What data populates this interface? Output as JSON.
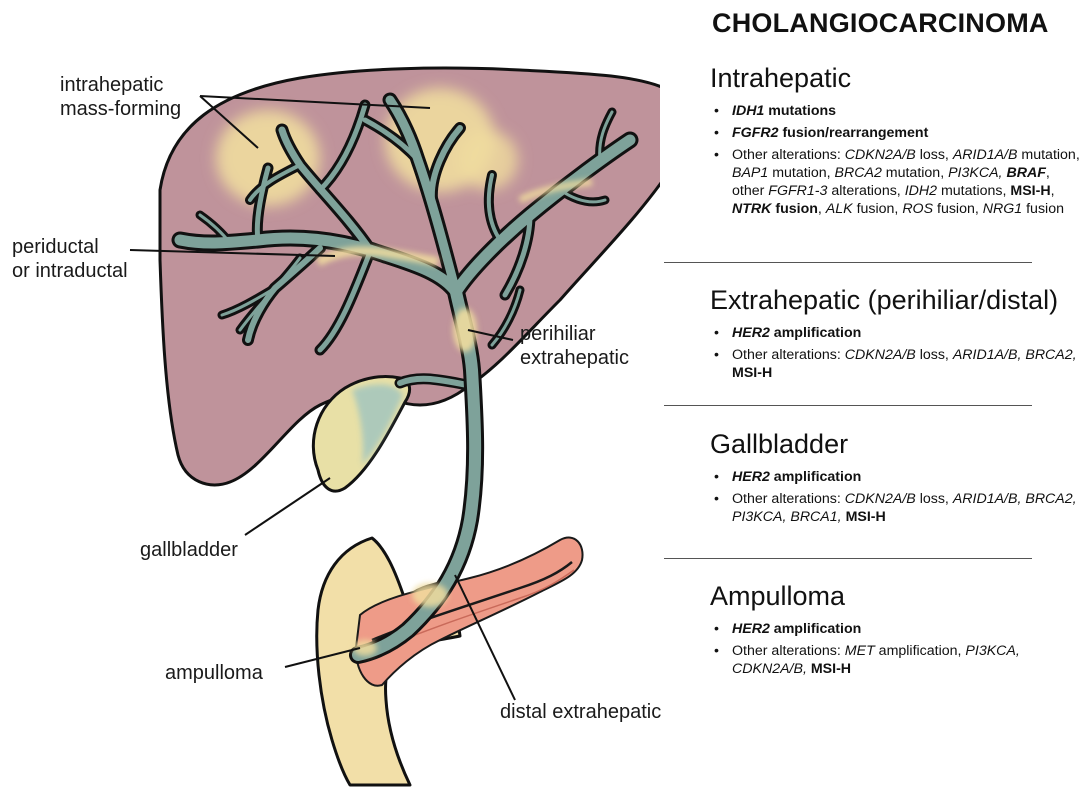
{
  "title": "CHOLANGIOCARCINOMA",
  "diagram_labels": {
    "intrahepatic_mass_line1": "intrahepatic",
    "intrahepatic_mass_line2": "mass-forming",
    "periductal_line1": "periductal",
    "periductal_line2": "or intraductal",
    "perihiliar_line1": "perihiliar",
    "perihiliar_line2": "extrahepatic",
    "gallbladder": "gallbladder",
    "ampulloma": "ampulloma",
    "distal_extrahepatic": "distal extrahepatic"
  },
  "sections": [
    {
      "heading": "Intrahepatic",
      "bullets": [
        [
          {
            "t": "IDH1",
            "b": true,
            "i": true
          },
          {
            "t": " mutations",
            "b": true
          }
        ],
        [
          {
            "t": "FGFR2",
            "b": true,
            "i": true
          },
          {
            "t": " fusion/rearrangement",
            "b": true
          }
        ],
        [
          {
            "t": "Other alterations: "
          },
          {
            "t": "CDKN2A/B",
            "i": true
          },
          {
            "t": " loss, "
          },
          {
            "t": "ARID1A/B",
            "i": true
          },
          {
            "t": " mutation, "
          },
          {
            "t": "BAP1",
            "i": true
          },
          {
            "t": " mutation, "
          },
          {
            "t": "BRCA2",
            "i": true
          },
          {
            "t": " mutation, "
          },
          {
            "t": "PI3KCA,",
            "i": true
          },
          {
            "t": " "
          },
          {
            "t": "BRAF",
            "b": true,
            "i": true
          },
          {
            "t": ", other "
          },
          {
            "t": "FGFR1-3",
            "i": true
          },
          {
            "t": " alterations, "
          },
          {
            "t": "IDH2",
            "i": true
          },
          {
            "t": " mutations, "
          },
          {
            "t": "MSI-H",
            "b": true
          },
          {
            "t": ", "
          },
          {
            "t": "NTRK",
            "b": true,
            "i": true
          },
          {
            "t": " fusion",
            "b": true
          },
          {
            "t": ", "
          },
          {
            "t": "ALK",
            "i": true
          },
          {
            "t": " fusion, "
          },
          {
            "t": "ROS",
            "i": true
          },
          {
            "t": " fusion, "
          },
          {
            "t": "NRG1",
            "i": true
          },
          {
            "t": " fusion"
          }
        ]
      ]
    },
    {
      "heading": "Extrahepatic (perihiliar/distal)",
      "bullets": [
        [
          {
            "t": "HER2",
            "b": true,
            "i": true
          },
          {
            "t": " amplification",
            "b": true
          }
        ],
        [
          {
            "t": "Other alterations: "
          },
          {
            "t": "CDKN2A/B",
            "i": true
          },
          {
            "t": " loss, "
          },
          {
            "t": "ARID1A/B, BRCA2,",
            "i": true
          },
          {
            "t": " "
          },
          {
            "t": "MSI-H",
            "b": true
          }
        ]
      ]
    },
    {
      "heading": "Gallbladder",
      "bullets": [
        [
          {
            "t": "HER2",
            "b": true,
            "i": true
          },
          {
            "t": " amplification",
            "b": true
          }
        ],
        [
          {
            "t": "Other alterations: "
          },
          {
            "t": "CDKN2A/B",
            "i": true
          },
          {
            "t": " loss, "
          },
          {
            "t": "ARID1A/B, BRCA2, PI3KCA, BRCA1,",
            "i": true
          },
          {
            "t": " "
          },
          {
            "t": "MSI-H",
            "b": true
          }
        ]
      ]
    },
    {
      "heading": "Ampulloma",
      "bullets": [
        [
          {
            "t": "HER2",
            "b": true,
            "i": true
          },
          {
            "t": " amplification",
            "b": true
          }
        ],
        [
          {
            "t": "Other alterations: "
          },
          {
            "t": "MET",
            "i": true
          },
          {
            "t": " amplification, "
          },
          {
            "t": "PI3KCA, CDKN2A/B,",
            "i": true
          },
          {
            "t": " "
          },
          {
            "t": "MSI-H",
            "b": true
          }
        ]
      ]
    }
  ],
  "colors": {
    "liver": "#bf929a",
    "duct": "#7ea29a",
    "tumor": "#eedb9f",
    "duodenum": "#f0dca4",
    "pancreas": "#ef9c8a",
    "gallbladder": "#e9e1a8",
    "outline": "#111111"
  }
}
